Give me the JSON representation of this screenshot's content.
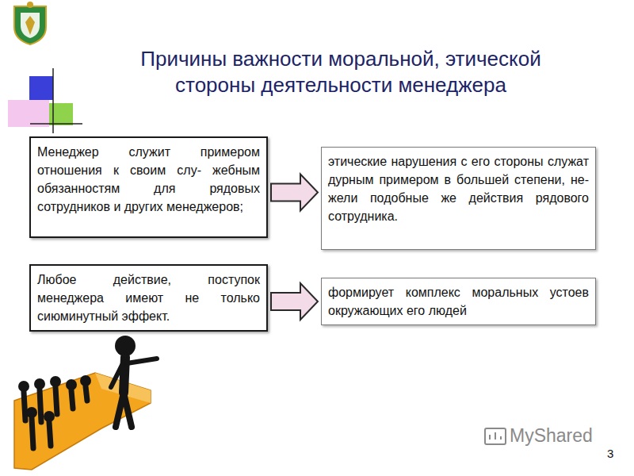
{
  "diagram": {
    "title": "Причины важности моральной, этической стороны деятельности менеджера",
    "nodes": [
      {
        "text": [
          "Менеджер служит примером отношения к своим слу- жебным обязанностям для рядовых сотрудников и других менеджеров;"
        ]
      },
      {
        "text": [
          "этические нарушения с его стороны служат дурным примером в большей степени, не- жели подобные же действия рядового сотрудника."
        ]
      },
      {
        "text": [
          "Любое действие, поступок менеджера имеют не только сиюминутный эффект."
        ]
      },
      {
        "text": [
          "формирует комплекс моральных устоев окружающих его людей"
        ]
      }
    ],
    "edges": [
      {
        "from": 0,
        "to": 1,
        "arrow": "to"
      },
      {
        "from": 2,
        "to": 3,
        "arrow": "to"
      }
    ],
    "labels": [
      "MyShared",
      "3"
    ]
  }
}
